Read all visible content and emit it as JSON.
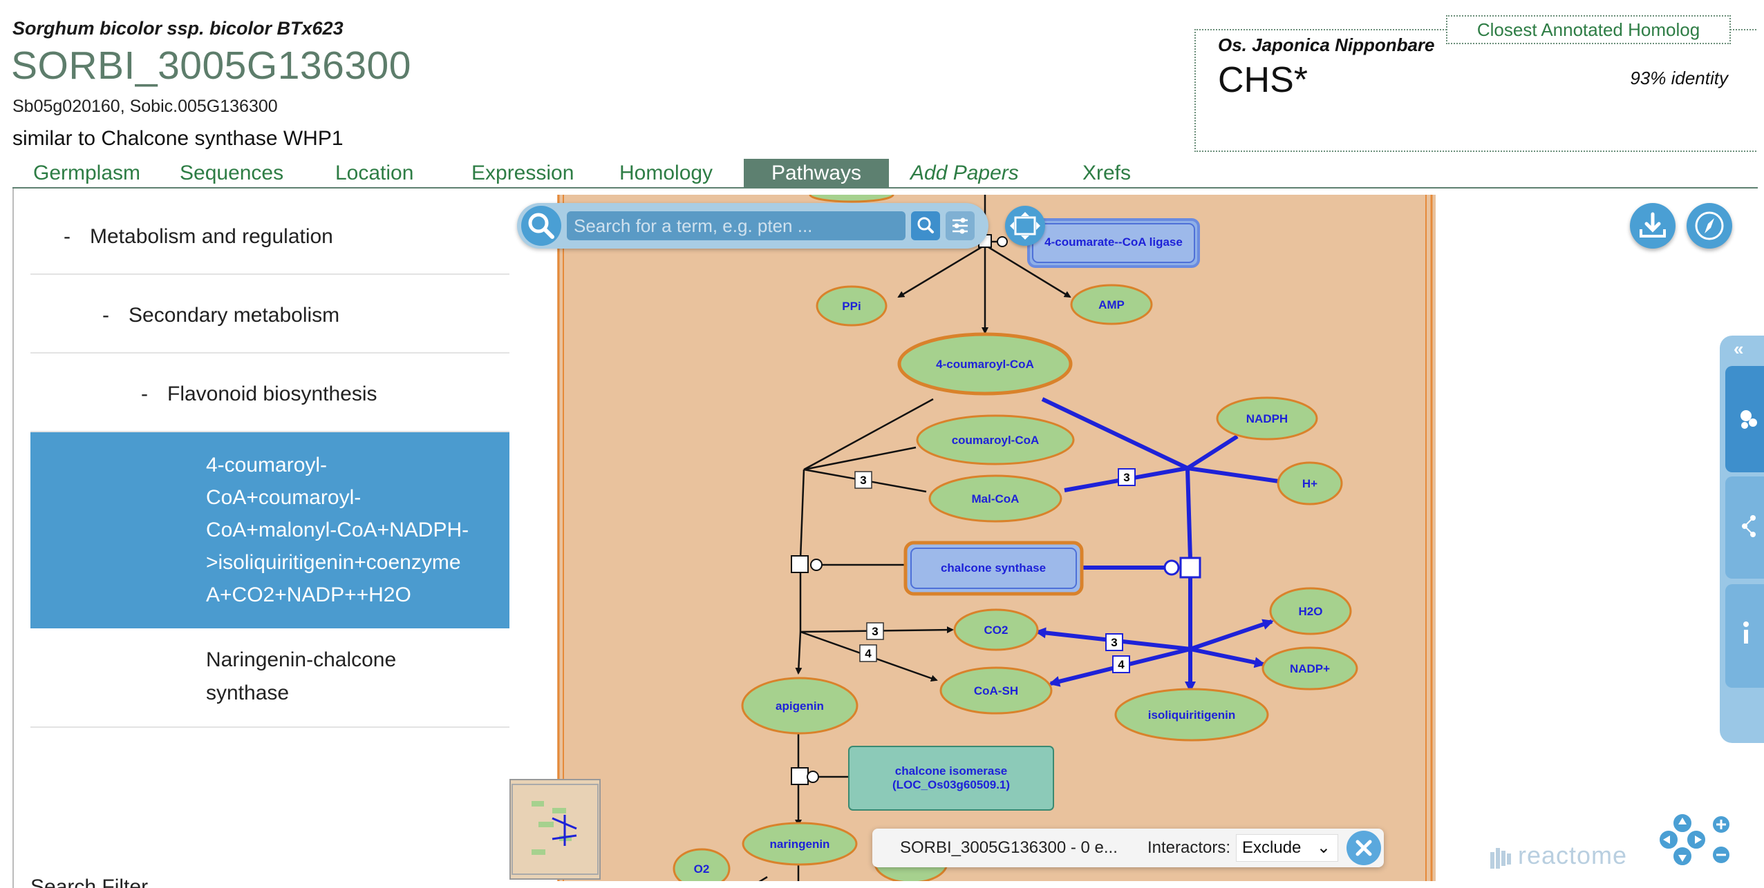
{
  "header": {
    "species": "Sorghum bicolor ssp. bicolor BTx623",
    "gene_id": "SORBI_3005G136300",
    "aliases": "Sb05g020160, Sobic.005G136300",
    "description": "similar to Chalcone synthase WHP1"
  },
  "homolog": {
    "tab_label": "Closest Annotated Homolog",
    "species": "Os. Japonica Nipponbare",
    "symbol": "CHS*",
    "identity": "93% identity"
  },
  "tabs": [
    {
      "label": "Germplasm"
    },
    {
      "label": "Sequences"
    },
    {
      "label": "Location"
    },
    {
      "label": "Expression"
    },
    {
      "label": "Homology"
    },
    {
      "label": "Pathways"
    },
    {
      "label": "Add Papers"
    },
    {
      "label": "Xrefs"
    }
  ],
  "tree": {
    "items": [
      {
        "label": "Metabolism and regulation",
        "dash": "-"
      },
      {
        "label": "Secondary metabolism",
        "dash": "-"
      },
      {
        "label": "Flavonoid biosynthesis",
        "dash": "-"
      },
      {
        "lines": [
          "4-coumaroyl-",
          "CoA+coumaroyl-",
          "CoA+malonyl-CoA+NADPH-",
          ">isoliquiritigenin+coenzyme",
          "A+CO2+NADP++H2O"
        ]
      },
      {
        "lines": [
          "Naringenin-chalcone",
          "synthase"
        ]
      }
    ],
    "bottom_text": "Search Filter"
  },
  "diagram": {
    "search_placeholder": "Search for a term, e.g. pten ...",
    "nodes": {
      "coumarate_ligase": "4-coumarate--CoA ligase",
      "ppi": "PPi",
      "amp": "AMP",
      "coumaroyl_coa_4": "4-coumaroyl-CoA",
      "nadph": "NADPH",
      "coumaroyl_coa": "coumaroyl-CoA",
      "hplus": "H+",
      "malcoa": "Mal-CoA",
      "chalcone_synthase": "chalcone synthase",
      "h2o": "H2O",
      "co2": "CO2",
      "nadpplus": "NADP+",
      "coash": "CoA-SH",
      "isoliquiritigenin": "isoliquiritigenin",
      "apigenin": "apigenin",
      "chalcone_isomerase_1": "chalcone isomerase",
      "chalcone_isomerase_2": "(LOC_Os03g60509.1)",
      "naringenin": "naringenin",
      "o2": "O2"
    },
    "stoich": {
      "s3a": "3",
      "s3b": "3",
      "s3c": "3",
      "s4a": "4",
      "s3d": "3",
      "s4b": "4"
    },
    "flag_text": "SORBI_3005G136300 - 0 e...",
    "interactors_label": "Interactors:",
    "interactors_value": "Exclude",
    "logo": "reactome"
  },
  "colors": {
    "accent_green": "#2e7d45",
    "tab_active": "#5d8070",
    "selection_blue": "#4b9bcf",
    "compartment_fill": "#e9c29d",
    "node_fill": "#a6d18e",
    "node_stroke": "#d9822b",
    "highlight_blue": "#1e22d8"
  }
}
